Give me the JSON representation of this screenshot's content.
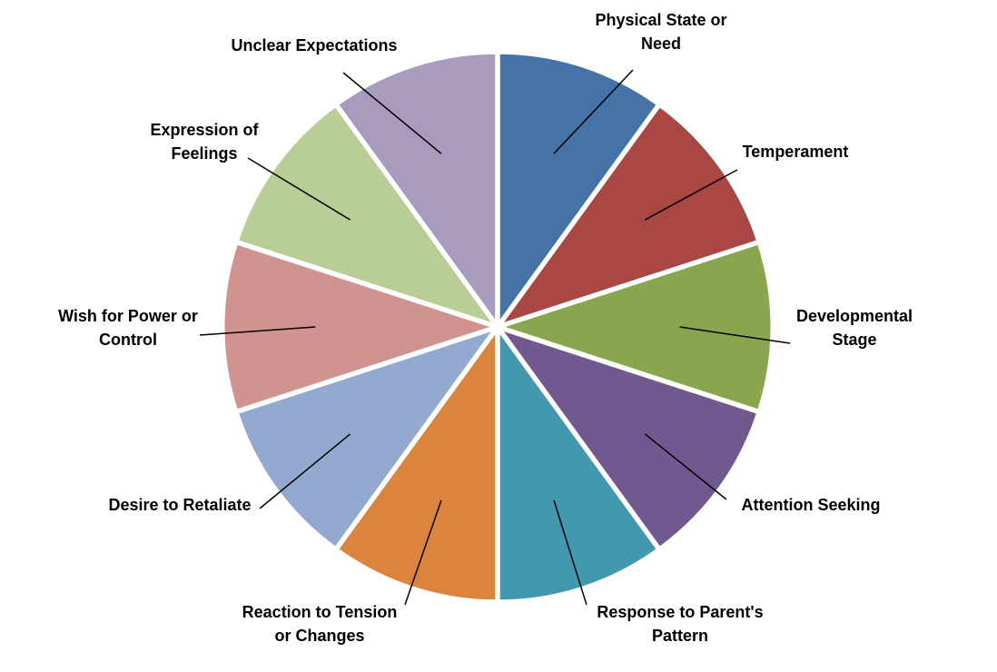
{
  "chart_data": {
    "type": "pie",
    "title": "",
    "slices": [
      {
        "name": "Physical State or Need",
        "label_lines": [
          "Physical State or",
          "Need"
        ],
        "value": 10,
        "color": "#4572A7"
      },
      {
        "name": "Temperament",
        "label_lines": [
          "Temperament"
        ],
        "value": 10,
        "color": "#AA4643"
      },
      {
        "name": "Developmental Stage",
        "label_lines": [
          "Developmental",
          "Stage"
        ],
        "value": 10,
        "color": "#89A54E"
      },
      {
        "name": "Attention Seeking",
        "label_lines": [
          "Attention Seeking"
        ],
        "value": 10,
        "color": "#71588F"
      },
      {
        "name": "Response to Parent's Pattern",
        "label_lines": [
          "Response to Parent's",
          "Pattern"
        ],
        "value": 10,
        "color": "#4198AF"
      },
      {
        "name": "Reaction to Tension or Changes",
        "label_lines": [
          "Reaction to Tension",
          "or Changes"
        ],
        "value": 10,
        "color": "#DB843D"
      },
      {
        "name": "Desire to Retaliate",
        "label_lines": [
          "Desire to Retaliate"
        ],
        "value": 10,
        "color": "#93A9CF"
      },
      {
        "name": "Wish for Power or Control",
        "label_lines": [
          "Wish for Power or",
          "Control"
        ],
        "value": 10,
        "color": "#D19392"
      },
      {
        "name": "Expression of Feelings",
        "label_lines": [
          "Expression of",
          "Feelings"
        ],
        "value": 10,
        "color": "#B9CD96"
      },
      {
        "name": "Unclear Expectations",
        "label_lines": [
          "Unclear Expectations"
        ],
        "value": 10,
        "color": "#A99BBD"
      }
    ],
    "legend": "none",
    "data_labels": "category names with leader lines"
  }
}
